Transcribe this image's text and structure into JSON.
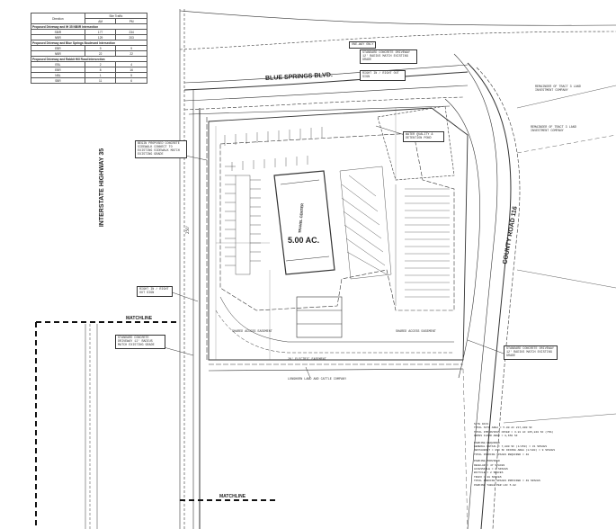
{
  "traffic_table": {
    "header_direction": "Direction",
    "header_site": "Site Traffic",
    "header_am": "AM",
    "header_pm": "PM",
    "sections": [
      {
        "title": "Proposed Driveway and IH 35 NB/IR Intersection",
        "rows": [
          [
            "SBIR",
            "177",
            "234"
          ],
          [
            "NBR",
            "129",
            "203"
          ]
        ]
      },
      {
        "title": "Proposed Driveway and Blue Springs Boulevard Intersection",
        "rows": [
          [
            "EBR",
            "9",
            "9"
          ],
          [
            "NBR",
            "22",
            "22"
          ]
        ]
      },
      {
        "title": "Proposed Driveway and Rabbit Hill Road Intersection",
        "rows": [
          [
            "EBL",
            "2",
            "4"
          ],
          [
            "EBR",
            "8",
            "16"
          ],
          [
            "NBL",
            "1",
            "5"
          ],
          [
            "SBR",
            "11",
            "6"
          ]
        ]
      }
    ]
  },
  "roads": {
    "blue_springs": "BLUE SPRINGS BLVD.",
    "interstate": "INTERSTATE HIGHWAY 35",
    "county_road": "COUNTY ROAD 116"
  },
  "site": {
    "acreage": "5.00 AC.",
    "travel_center": "TRAVEL CENTER",
    "matchline": "MATCHLINE"
  },
  "callouts": {
    "one_way": "ONE-WAY ONLY",
    "standard_driveway_top": "STANDARD CONCRETE DRIVEWAY 12' RADIUS MATCH EXISTING GRADE",
    "right_in": "RIGHT IN / RIGHT OUT SIGN",
    "water_quality": "WATER QUALITY & DETENTION POND",
    "begin_sidewalk": "BEGIN PROPOSED CONCRETE SIDEWALK CONNECT TO EXISTING SIDEWALK MATCH EXISTING GRADE",
    "right_out": "RIGHT IN / RIGHT OUT SIGN",
    "standard_driveway_left": "STANDARD CONCRETE DRIVEWAY 12' RADIUS MATCH EXISTING GRADE",
    "standard_driveway_right": "STANDARD CONCRETE DRIVEWAY 12' RADIUS MATCH EXISTING GRADE",
    "shared_access_left": "SHARED ACCESS EASEMENT",
    "shared_access_right": "SHARED ACCESS EASEMENT",
    "electric_easement": "20' ELECTRIC EASEMENT",
    "remainder_top": "REMAINDER OF TRACT 3 LAND INVESTMENT COMPANY",
    "remainder_mid": "REMAINDER OF TRACT 3 LAND INVESTMENT COMPANY",
    "longhorn": "LONGHORN LAND AND CATTLE COMPANY"
  },
  "site_notes": [
    "SITE DATA",
    "TOTAL SITE AREA              = 5.00 AC  217,800 SF",
    "TOTAL IMPERVIOUS COVER       = 3.81 AC  165,840 SF (76%)",
    "GROSS FLOOR AREA             = 8,650 SF",
    "",
    "PARKING REQUIRED",
    "GENERAL RETAIL    = 7,800 SF (1/250) = 31 SPACES",
    "RESTAURANT        = 850 SF DINING AREA (1/100) = 9 SPACES",
    "TOTAL PARKING SPACES REQUIRED = 40",
    "",
    "PARKING PROVIDED",
    "REGULAR           = 47 SPACES",
    "ACCESSIBLE        = 2 SPACES",
    "BICYCLE           = 2 SPACES",
    "TRUCK             = 28 SPACES",
    "TOTAL PARKING SPACES PROVIDED = 49 SPACES",
    "PARKING TABLE PER LDC 5.02"
  ]
}
